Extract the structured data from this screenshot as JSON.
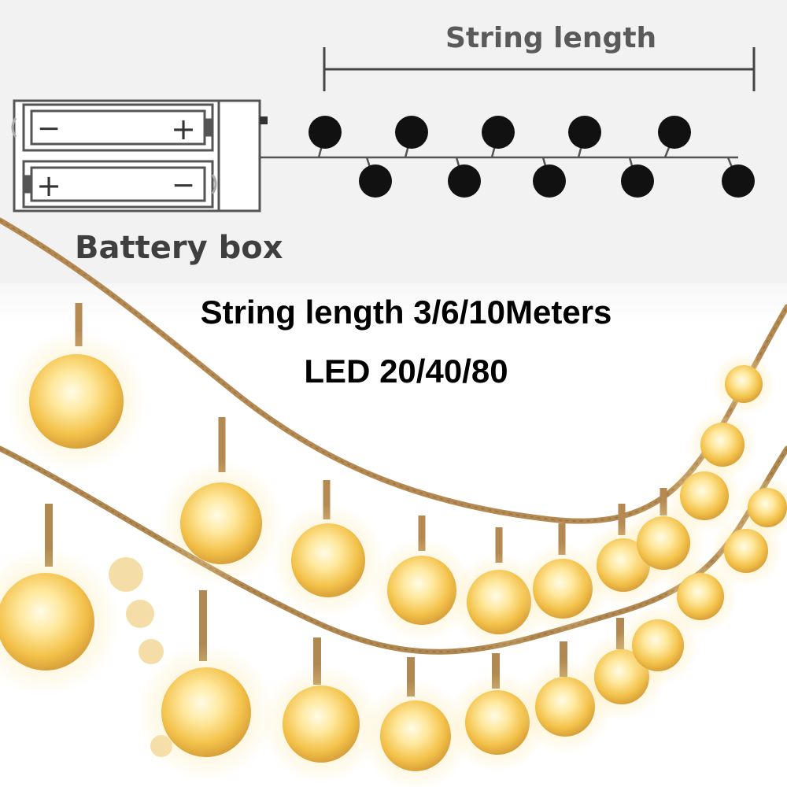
{
  "diagram": {
    "string_length_label": "String length",
    "battery_box_label": "Battery box",
    "battery_top": {
      "minus": "−",
      "plus": "+"
    },
    "battery_bottom": {
      "plus": "+",
      "minus": "−"
    },
    "bulbs_top_row": 5,
    "bulbs_bottom_row": 5
  },
  "specs": {
    "string_length": "String length 3/6/10Meters",
    "led_count": "LED 20/40/80"
  },
  "colors": {
    "diagram_background": "#f2f2f2",
    "bulb_glow": "#f6c64a",
    "wire": "#b08850",
    "text": "#000000"
  }
}
